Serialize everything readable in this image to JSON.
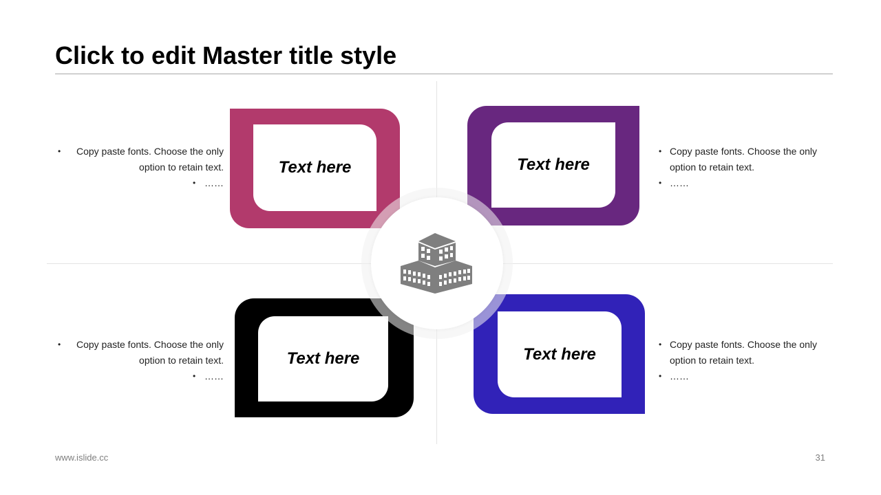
{
  "slide": {
    "title": "Click to edit Master title style",
    "footer_url": "www.islide.cc",
    "page_number": "31"
  },
  "center": {
    "icon": "building-icon",
    "icon_color": "#7f7f7f"
  },
  "cards": {
    "top_left": {
      "label": "Text here",
      "color": "#b23a6c"
    },
    "top_right": {
      "label": "Text here",
      "color": "#68277f"
    },
    "bottom_left": {
      "label": "Text here",
      "color": "#000000"
    },
    "bottom_right": {
      "label": "Text here",
      "color": "#3122b8"
    }
  },
  "bullets": {
    "top_left": [
      "Copy paste fonts. Choose the only option to retain text.",
      "……"
    ],
    "top_right": [
      "Copy paste fonts. Choose the only option to retain text.",
      "……"
    ],
    "bottom_left": [
      "Copy paste fonts. Choose the only option to retain text.",
      "……"
    ],
    "bottom_right": [
      "Copy paste fonts. Choose the only option to retain text.",
      "……"
    ]
  }
}
